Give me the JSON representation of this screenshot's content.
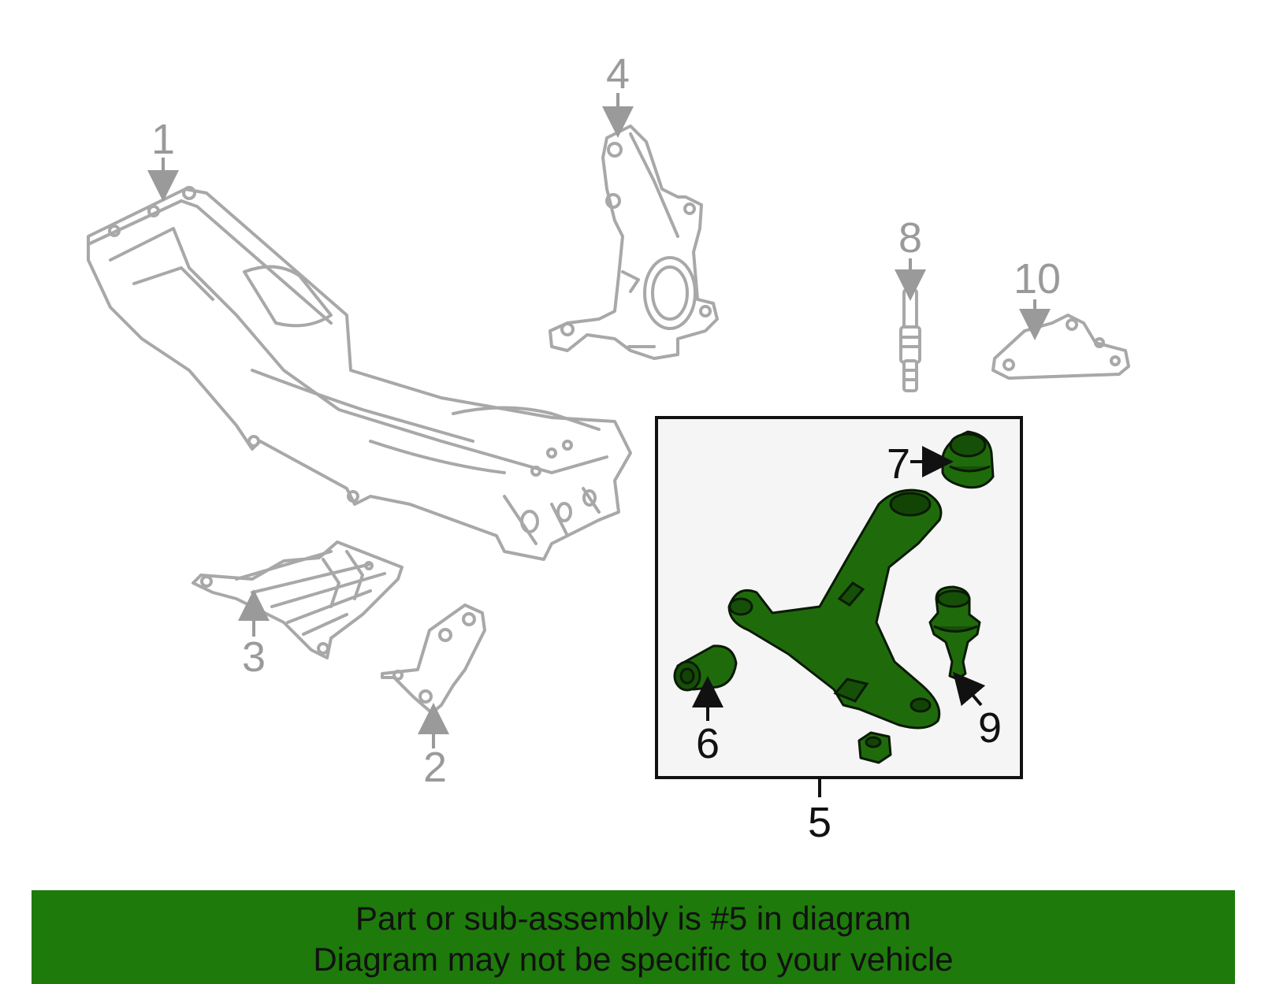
{
  "callouts": {
    "c1": "1",
    "c2": "2",
    "c3": "3",
    "c4": "4",
    "c5": "5",
    "c6": "6",
    "c7": "7",
    "c8": "8",
    "c9": "9",
    "c10": "10"
  },
  "banner": {
    "line1": "Part or sub-assembly is #5 in diagram",
    "line2": "Diagram may not be specific to your vehicle"
  },
  "colors": {
    "highlight_part": "#1f6b0c",
    "banner_background": "#1e7a0b",
    "ghost_line": "#a8a8a8"
  }
}
